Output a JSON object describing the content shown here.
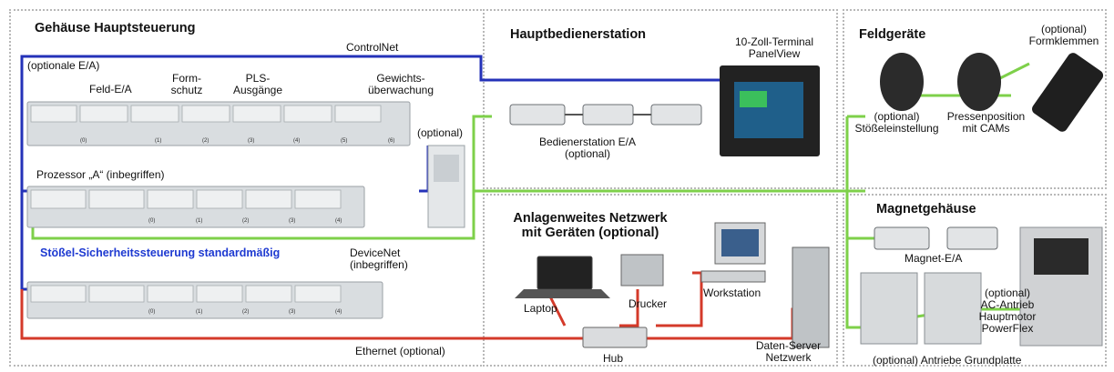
{
  "sections": {
    "main_control": "Gehäuse Hauptsteuerung",
    "operator_station": "Hauptbedienerstation",
    "field_devices": "Feldgeräte",
    "plant_network": "Anlagenweites Netzwerk",
    "plant_network_2": "mit Geräten (optional)",
    "magnet_housing": "Magnetgehäuse"
  },
  "networks": {
    "controlnet": "ControlNet",
    "devicenet": "DeviceNet",
    "devicenet_2": "(inbegriffen)",
    "ethernet": "Ethernet (optional)"
  },
  "rack": {
    "optional_io": "(optionale E/A)",
    "feld_io": "Feld-E/A",
    "formschutz_1": "Form-",
    "formschutz_2": "schutz",
    "pls_1": "PLS-",
    "pls_2": "Ausgänge",
    "gewicht_1": "Gewichts-",
    "gewicht_2": "überwachung",
    "optional": "(optional)",
    "processor": "Prozessor „A“ (inbegriffen)",
    "safety": "Stößel-Sicherheitssteuerung standardmäßig",
    "slots_top": [
      "(0)",
      "(1)",
      "(2)",
      "(3)",
      "(4)",
      "(5)",
      "(6)"
    ],
    "slots_mid": [
      "(0)",
      "(1)",
      "(2)",
      "(3)",
      "(4)"
    ],
    "slots_bot": [
      "(0)",
      "(1)",
      "(2)",
      "(3)",
      "(4)"
    ]
  },
  "operator": {
    "terminal_1": "10-Zoll-Terminal",
    "terminal_2": "PanelView",
    "station_io_1": "Bedienerstation E/A",
    "station_io_2": "(optional)"
  },
  "field": {
    "clamps_1": "(optional)",
    "clamps_2": "Formklemmen",
    "ram_1": "(optional)",
    "ram_2": "Stößeleinstellung",
    "press_1": "Pressenposition",
    "press_2": "mit CAMs"
  },
  "plant": {
    "laptop": "Laptop",
    "printer": "Drucker",
    "workstation": "Workstation",
    "hub": "Hub",
    "server_1": "Daten-Server",
    "server_2": "Netzwerk"
  },
  "magnet": {
    "magnet_io": "Magnet-E/A",
    "ac_1": "(optional)",
    "ac_2": "AC-Antrieb",
    "ac_3": "Hauptmotor",
    "ac_4": "PowerFlex",
    "drives": "(optional) Antriebe Grundplatte"
  },
  "colors": {
    "controlnet": "#2432b8",
    "devicenet": "#7ed04a",
    "ethernet": "#d43a2a",
    "panel_border": "#b8b8b8"
  }
}
